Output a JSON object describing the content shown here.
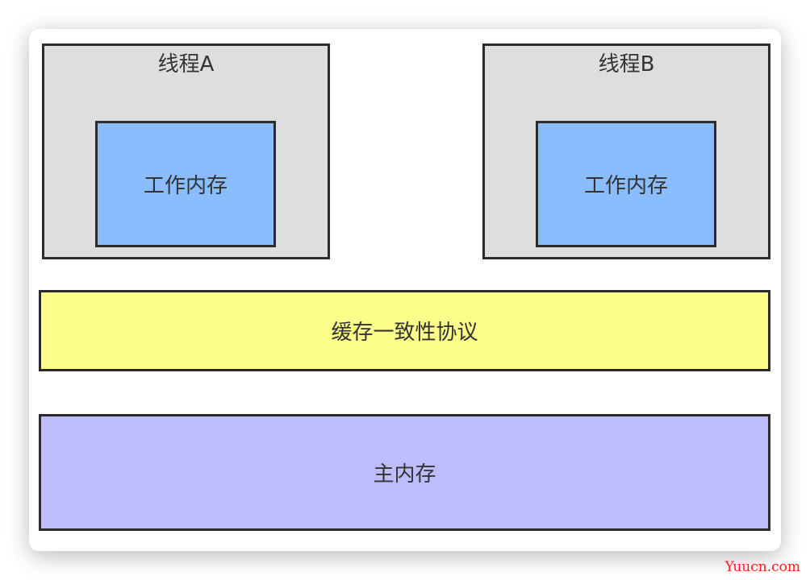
{
  "thread_a": {
    "title": "线程A",
    "work_memory": "工作内存"
  },
  "thread_b": {
    "title": "线程B",
    "work_memory": "工作内存"
  },
  "cache_protocol": "缓存一致性协议",
  "main_memory": "主内存",
  "watermark": "Yuucn.com",
  "colors": {
    "thread": "#dedede",
    "work_memory": "#8abdfd",
    "cache": "#fdfd8a",
    "main": "#bdbdfd",
    "watermark": "#ff1a1a"
  }
}
